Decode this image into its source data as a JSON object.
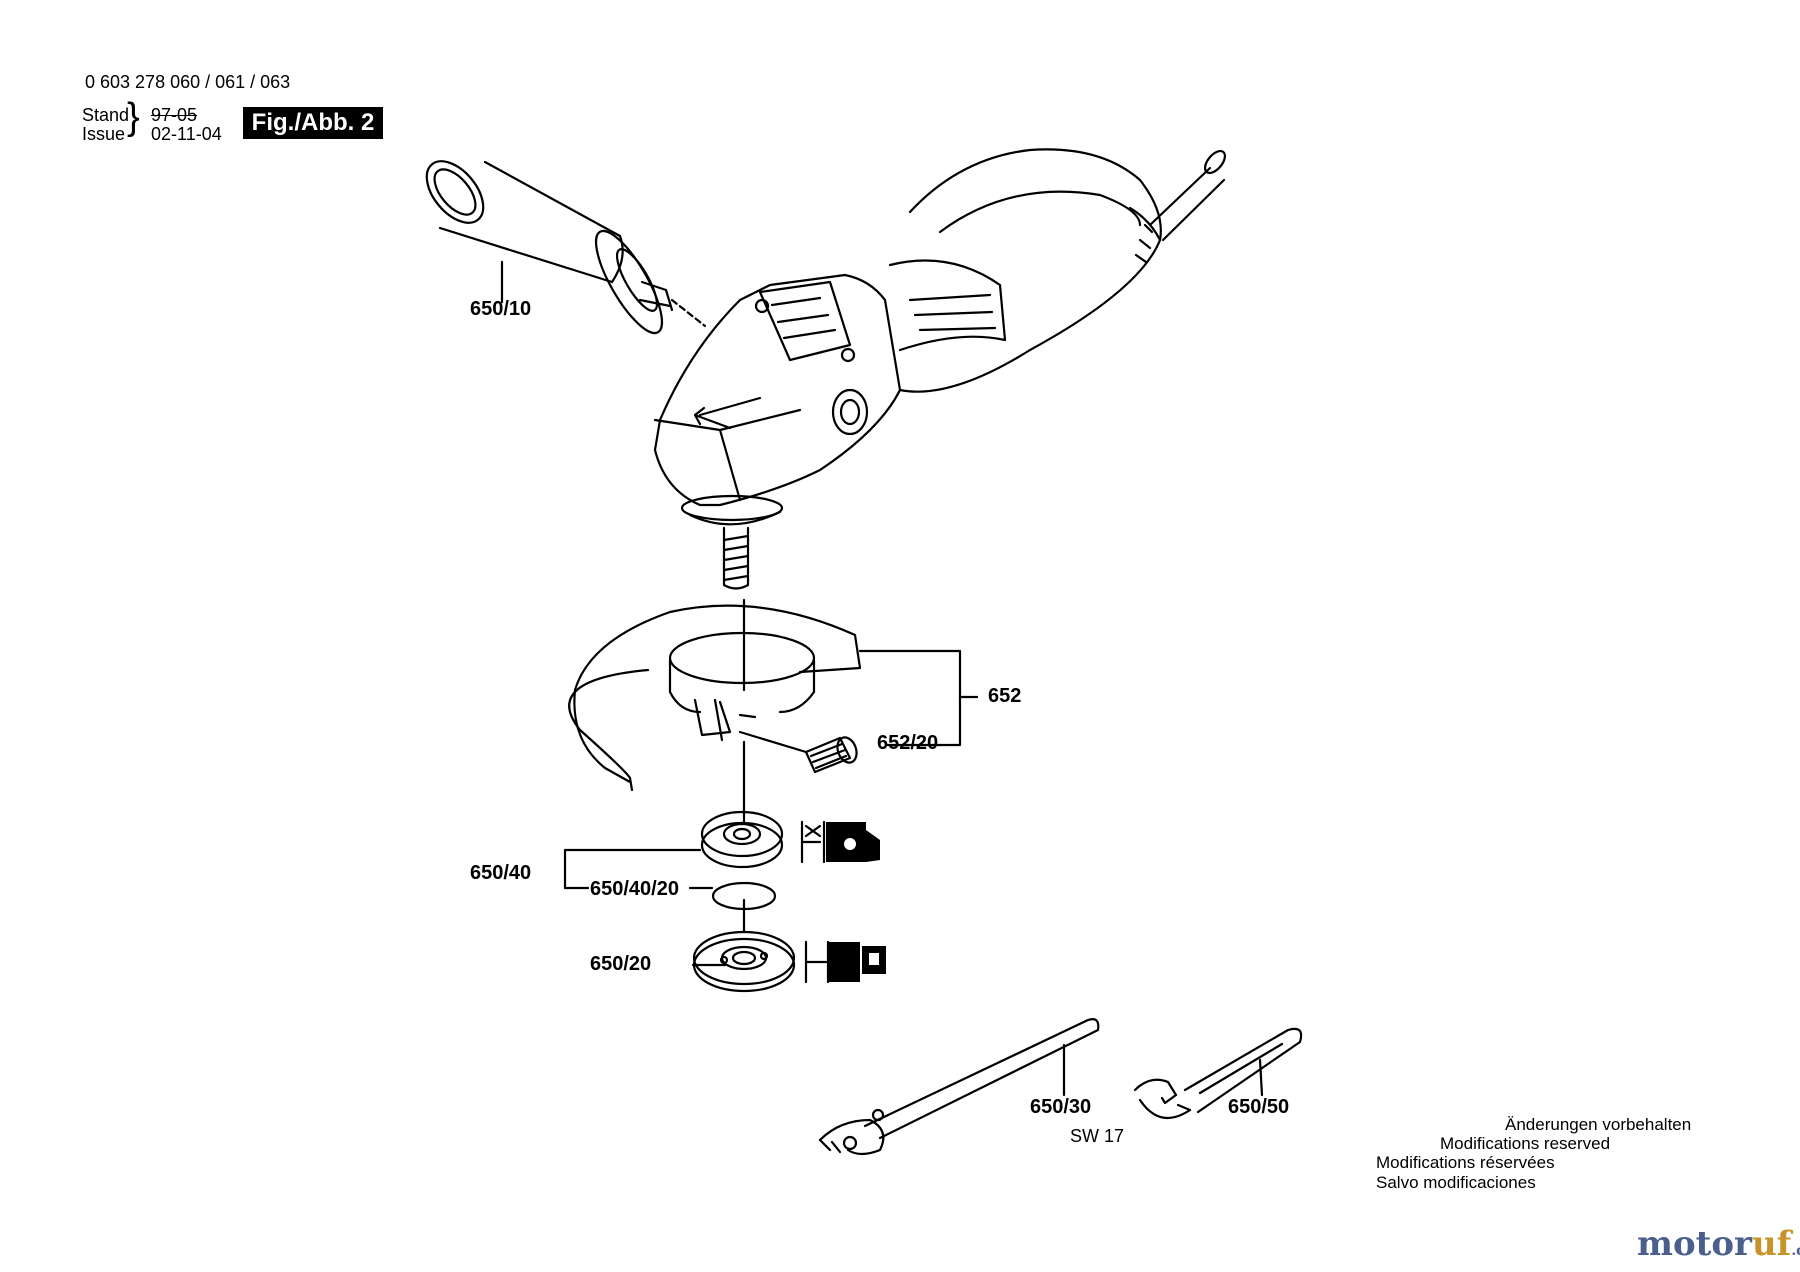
{
  "header": {
    "part_numbers": "0 603 278 060 / 061 / 063",
    "stand_label": "Stand",
    "issue_label": "Issue",
    "stand_value": "97-05",
    "issue_value": "02-11-04",
    "figure_label": "Fig./Abb. 2"
  },
  "parts": {
    "p650_10": "650/10",
    "p652": "652",
    "p652_20": "652/20",
    "p650_40": "650/40",
    "p650_40_20": "650/40/20",
    "p650_20": "650/20",
    "p650_30": "650/30",
    "p650_50": "650/50",
    "sw": "SW 17"
  },
  "notes": [
    "Änderungen vorbehalten",
    "Modifications reserved",
    "Modifications réservées",
    "Salvo modificaciones"
  ],
  "logo": {
    "part1": "motor",
    "part2": "uf",
    "suffix": ".de"
  },
  "colors": {
    "ink": "#000000",
    "logo_blue": "#4a5f8c",
    "logo_gold": "#c8932b"
  }
}
